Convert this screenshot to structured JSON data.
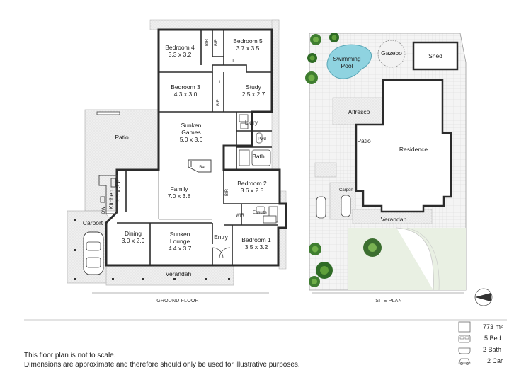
{
  "ground_floor": {
    "caption": "GROUND FLOOR",
    "rooms": {
      "bedroom4": {
        "name": "Bedroom 4",
        "dims": "3.3 x 3.2"
      },
      "bedroom5": {
        "name": "Bedroom 5",
        "dims": "3.7 x 3.5"
      },
      "bedroom3": {
        "name": "Bedroom 3",
        "dims": "4.3 x 3.0"
      },
      "study": {
        "name": "Study",
        "dims": "2.5 x 2.7"
      },
      "sunken_games": {
        "name1": "Sunken",
        "name2": "Games",
        "dims": "5.0 x 3.6"
      },
      "family": {
        "name": "Family",
        "dims": "7.0 x 3.8"
      },
      "kitchen": {
        "name": "Kitchen",
        "dims": "3.0 x 3.8"
      },
      "dining": {
        "name": "Dining",
        "dims": "3.0 x 2.9"
      },
      "sunken_lounge": {
        "name1": "Sunken",
        "name2": "Lounge",
        "dims": "4.4 x 3.7"
      },
      "bedroom2": {
        "name": "Bedroom 2",
        "dims": "3.6 x 2.5"
      },
      "bedroom1": {
        "name": "Bedroom 1",
        "dims": "3.5 x 3.2"
      }
    },
    "labels": {
      "patio": "Patio",
      "carport": "Carport",
      "verandah": "Verandah",
      "entry": "Entry",
      "ldry": "L'dry",
      "pwd": "Pwd",
      "bath": "Bath",
      "bar": "Bar",
      "ensuite": "Ensuite",
      "wir": "WIR",
      "br1": "BIR",
      "br2": "BIR",
      "br3": "BIR",
      "br4": "BIR",
      "l1": "L",
      "l2": "L",
      "dw": "DW"
    }
  },
  "site_plan": {
    "caption": "SITE PLAN",
    "labels": {
      "swimming": "Swimming",
      "pool": "Pool",
      "gazebo": "Gazebo",
      "shed": "Shed",
      "alfresco": "Alfresco",
      "patio": "Patio",
      "residence": "Residence",
      "carport": "Carport",
      "verandah": "Verandah"
    }
  },
  "stats": {
    "land_area": "773 m²",
    "beds": "5 Bed",
    "baths": "2 Bath",
    "cars": "2 Car"
  },
  "disclaimer": {
    "line1": "This floor plan is not to scale.",
    "line2": "Dimensions are approximate and therefore should only be used for illustrative purposes."
  },
  "colors": {
    "wall": "#2b2b2b",
    "outdoor_fill": "#ececec",
    "pool": "#8fd3e0",
    "lawn": "#e6efe0",
    "tree": "#3e7a32"
  }
}
